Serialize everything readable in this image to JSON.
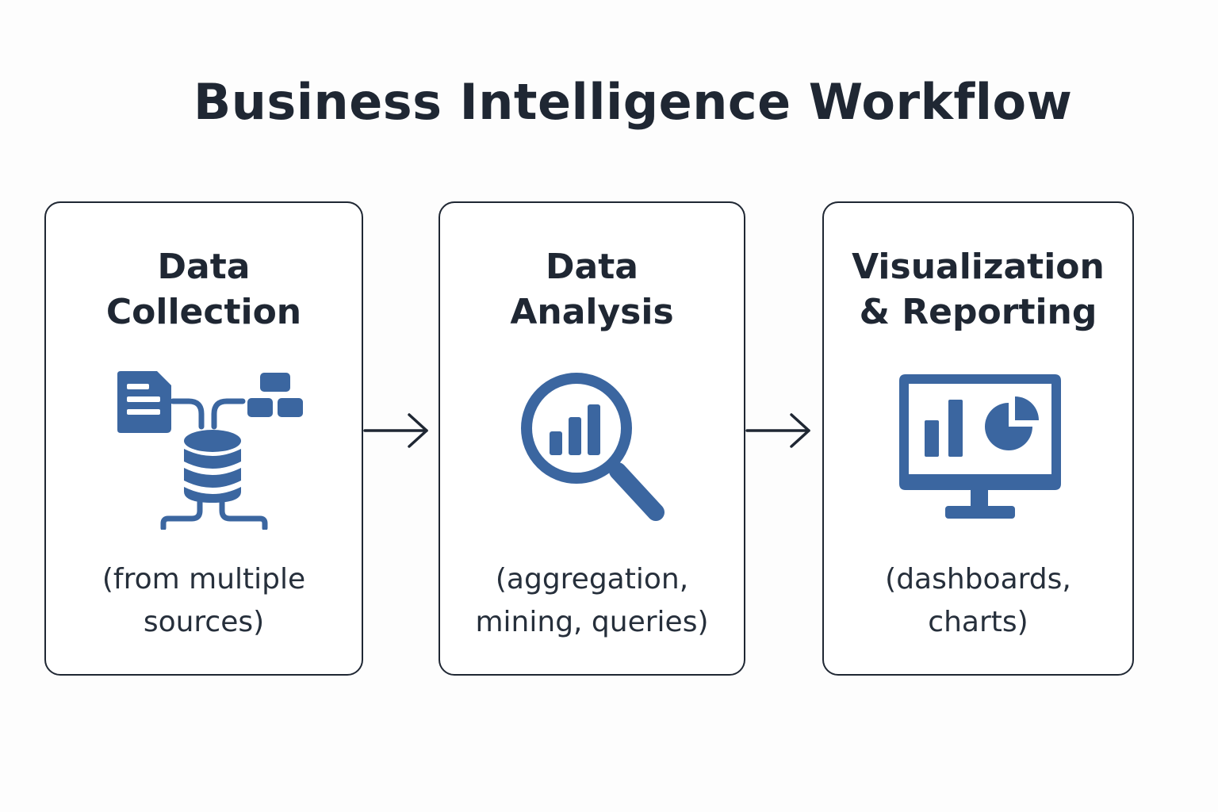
{
  "title": "Business Intelligence Workflow",
  "colors": {
    "icon": "#3b66a0",
    "text": "#1f2733",
    "border": "#1f2733",
    "background": "#fdfdfd"
  },
  "stages": [
    {
      "title_lines": [
        "Data",
        "Collection"
      ],
      "icon": "database-sources-icon",
      "description_lines": [
        "(from multiple",
        "sources)"
      ]
    },
    {
      "title_lines": [
        "Data",
        "Analysis"
      ],
      "icon": "magnifier-chart-icon",
      "description_lines": [
        "(aggregation,",
        "mining, queries)"
      ]
    },
    {
      "title_lines": [
        "Visualization",
        "& Reporting"
      ],
      "icon": "monitor-dashboard-icon",
      "description_lines": [
        "(dashboards,",
        "charts)"
      ]
    }
  ],
  "arrows": [
    "arrow-right-icon",
    "arrow-right-icon"
  ]
}
